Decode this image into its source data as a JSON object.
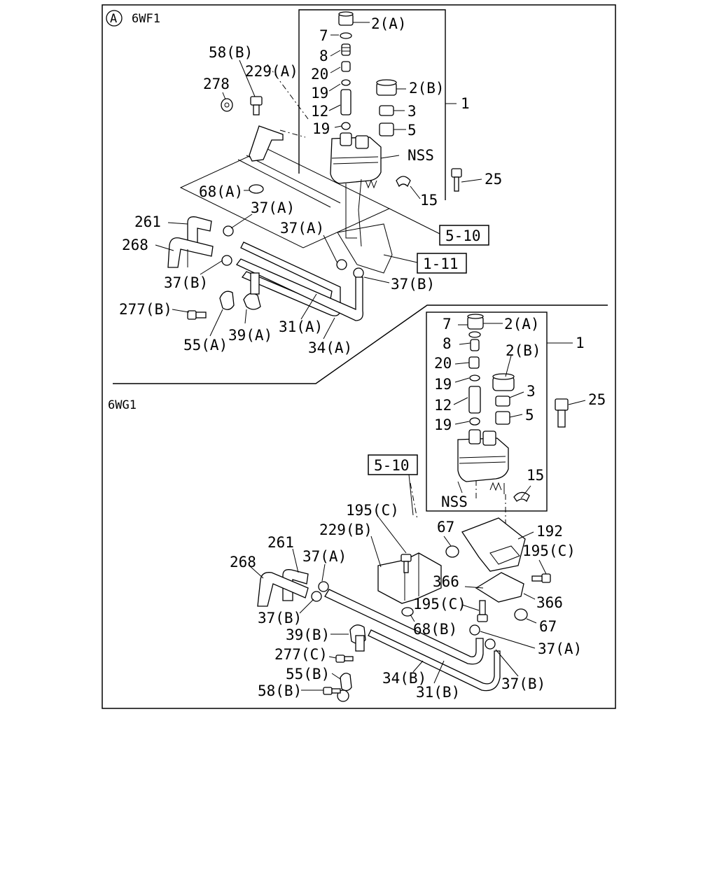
{
  "sections": {
    "top": {
      "marker": "A",
      "code": "6WF1"
    },
    "bottom": {
      "code": "6WG1"
    }
  },
  "top_labels": {
    "p2a": "2(A)",
    "p7": "7",
    "p8": "8",
    "p20": "20",
    "p19a": "19",
    "p12": "12",
    "p19b": "19",
    "p2b": "2(B)",
    "p3": "3",
    "p5": "5",
    "p1": "1",
    "nss": "NSS",
    "p25": "25",
    "p15": "15",
    "p58b": "58(B)",
    "p229a": "229(A)",
    "p278": "278",
    "p68a": "68(A)",
    "p37a1": "37(A)",
    "p261": "261",
    "p268": "268",
    "p37a2": "37(A)",
    "p37b1": "37(B)",
    "p37b2": "37(B)",
    "p277b": "277(B)",
    "p55a": "55(A)",
    "p39a": "39(A)",
    "p31a": "31(A)",
    "p34a": "34(A)",
    "ref510": "5-10",
    "ref111": "1-11"
  },
  "bottom_labels": {
    "p7": "7",
    "p2a": "2(A)",
    "p1": "1",
    "p8": "8",
    "p2b": "2(B)",
    "p20": "20",
    "p19a": "19",
    "p3": "3",
    "p25": "25",
    "p12": "12",
    "p5": "5",
    "p19b": "19",
    "p15": "15",
    "nss": "NSS",
    "ref510": "5-10",
    "p195c1": "195(C)",
    "p229b": "229(B)",
    "p67a": "67",
    "p192": "192",
    "p195c2": "195(C)",
    "p261": "261",
    "p268": "268",
    "p37a1": "37(A)",
    "p366a": "366",
    "p366b": "366",
    "p195c3": "195(C)",
    "p37b1": "37(B)",
    "p67b": "67",
    "p68b": "68(B)",
    "p39b": "39(B)",
    "p37a2": "37(A)",
    "p277c": "277(C)",
    "p55b": "55(B)",
    "p34b": "34(B)",
    "p37b2": "37(B)",
    "p58b": "58(B)",
    "p31b": "31(B)"
  }
}
